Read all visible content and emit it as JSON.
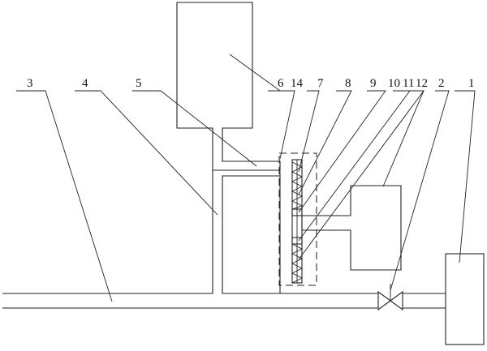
{
  "diagram": {
    "labels": {
      "l1": "1",
      "l2": "2",
      "l3": "3",
      "l4": "4",
      "l5": "5",
      "l6": "6",
      "l7": "7",
      "l8": "8",
      "l9": "9",
      "l10": "10",
      "l11": "11",
      "l12": "12",
      "l14": "14"
    }
  }
}
